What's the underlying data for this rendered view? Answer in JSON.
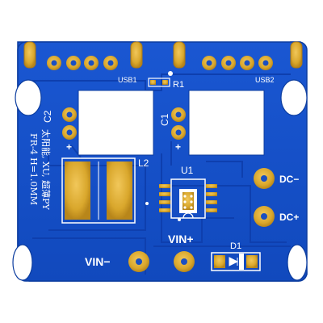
{
  "board": {
    "connectors": {
      "usb1": "USB1",
      "usb2": "USB2"
    },
    "components": {
      "r1": "R1",
      "c1": "C1",
      "c2": "C2",
      "l2": "L2",
      "u1": "U1",
      "d1": "D1"
    },
    "pads": {
      "c1_plus": "+",
      "c2_plus": "+",
      "vin_minus": "VIN−",
      "vin_plus": "VIN+",
      "dc_minus": "DC−",
      "dc_plus": "DC+"
    },
    "silkscreen": {
      "line1": "太阳能, XU, 超薄PY",
      "line2": "FR-4 H=1.0MM"
    }
  },
  "colors": {
    "background": "#ffffff",
    "solder_mask": "#1450c8",
    "copper_pour": "#1a5ad8",
    "trace_outline": "#0d3fa8",
    "gold": "#d9a72c",
    "gold_dark": "#b8861a",
    "silkscreen": "#ffffff"
  }
}
